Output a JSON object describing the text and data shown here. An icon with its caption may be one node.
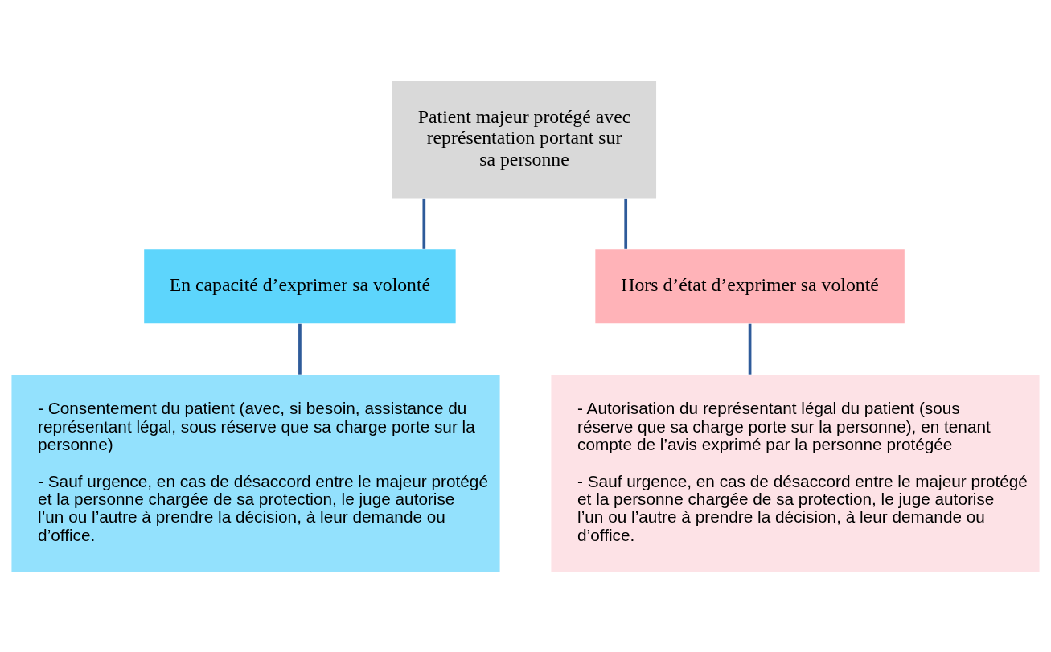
{
  "diagram": {
    "nodes": [
      {
        "text": [
          "Patient majeur protégé avec représentation portant sur sa personne"
        ]
      },
      {
        "text": [
          "En capacité d’exprimer sa volonté"
        ]
      },
      {
        "text": [
          "Hors d’état d’exprimer sa volonté"
        ]
      },
      {
        "text": [
          "- Consentement du patient (avec, si besoin, assistance du représentant légal, sous réserve que sa charge porte sur la personne)",
          "- Sauf urgence, en cas de désaccord entre le majeur protégé et la personne chargée de sa protection, le juge autorise l’un ou l’autre à prendre la décision, à leur demande ou d’office."
        ]
      },
      {
        "text": [
          "- Autorisation du représentant légal du patient (sous réserve que sa charge porte sur la personne), en tenant compte de l’avis exprimé par la personne protégée",
          "- Sauf urgence, en cas de désaccord entre le majeur protégé et la personne chargée de sa protection, le juge autorise l’un ou l’autre à prendre la décision, à leur demande ou d’office."
        ]
      }
    ],
    "edges": [
      {
        "from": 0,
        "to": 1,
        "arrow": "none"
      },
      {
        "from": 0,
        "to": 2,
        "arrow": "none"
      },
      {
        "from": 1,
        "to": 3,
        "arrow": "none"
      },
      {
        "from": 2,
        "to": 4,
        "arrow": "none"
      }
    ]
  }
}
